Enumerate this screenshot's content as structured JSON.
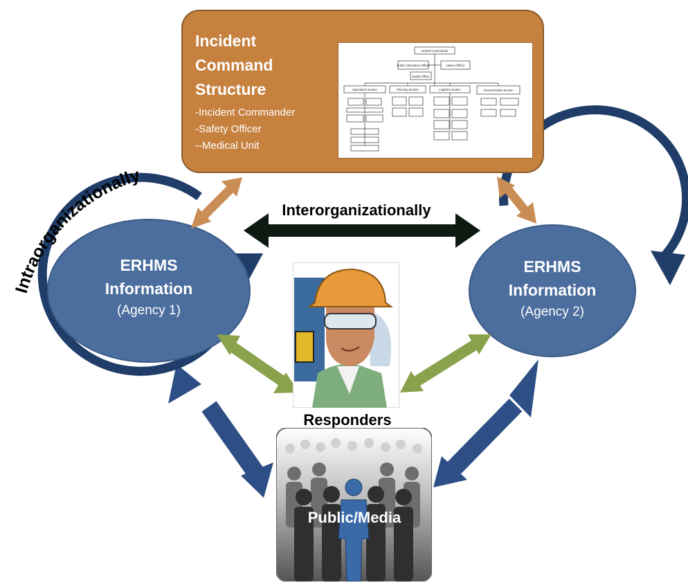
{
  "incident_command": {
    "title_lines": [
      "Incident",
      "Command",
      "Structure"
    ],
    "items": [
      "-Incident Commander",
      "-Safety Officer",
      "--Medical Unit"
    ]
  },
  "org_chart_labels": {
    "commander": "Incident Commander",
    "public_info": "Public Information Officer",
    "liaison": "Liaison Officer",
    "safety": "Safety Officer",
    "sections": [
      "Operations Section",
      "Planning Section",
      "Logistics Section",
      "Finance/Admin Section"
    ]
  },
  "labels": {
    "intraorganizationally": "Intraorganizationally",
    "interorganizationally": "Interorganizationally",
    "responders": "Responders",
    "public_media": "Public/Media"
  },
  "agency1": {
    "line1": "ERHMS",
    "line2": "Information",
    "line3": "(Agency 1)"
  },
  "agency2": {
    "line1": "ERHMS",
    "line2": "Information",
    "line3": "(Agency 2)"
  },
  "colors": {
    "ics_fill": "#c6813f",
    "oval_fill": "#4c6e9e",
    "ring": "#1f3d68",
    "orange_arrow": "#c98d55",
    "green_arrow": "#8aa24c",
    "blue_arrow": "#2e4f86",
    "inter_arrow": "#0c1a12"
  }
}
